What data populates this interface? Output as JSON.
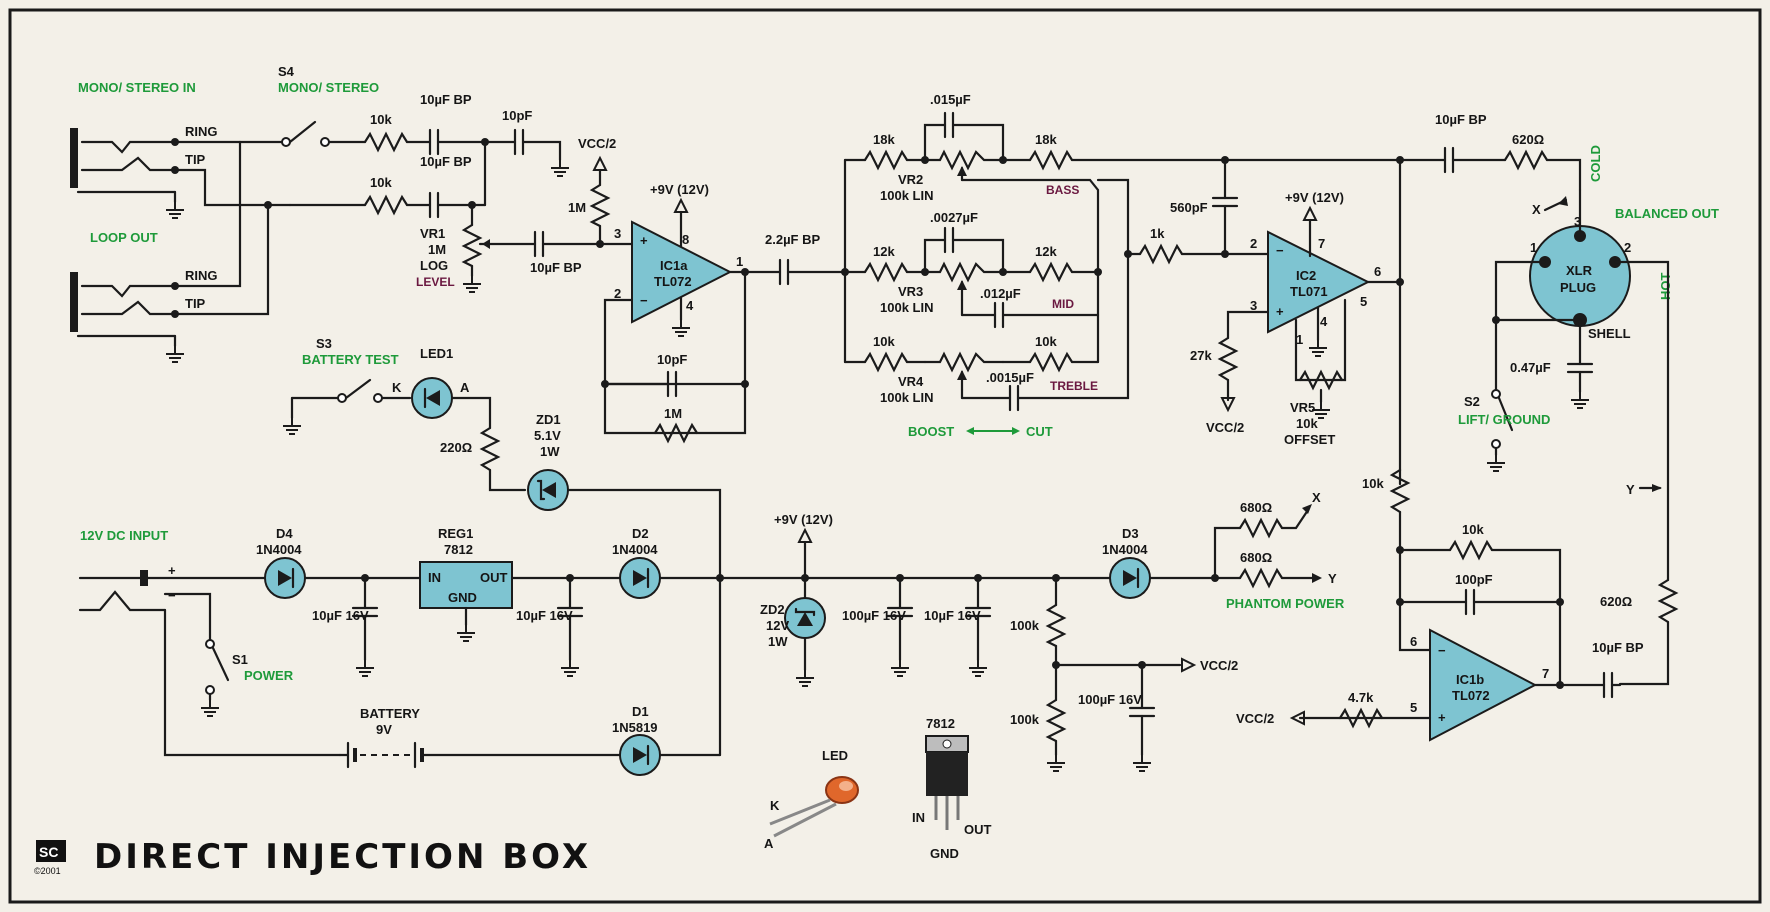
{
  "title": "DIRECT INJECTION BOX",
  "logo": {
    "mark": "SC",
    "year": "©2001"
  },
  "jacks": {
    "in_label": "MONO/ STEREO IN",
    "out_label": "LOOP OUT",
    "ring": "RING",
    "tip": "TIP"
  },
  "switches": {
    "s4": "S4",
    "s4_label": "MONO/ STEREO",
    "s3": "S3",
    "s3_label": "BATTERY TEST",
    "s1": "S1",
    "s1_label": "POWER",
    "s2": "S2",
    "s2_label": "LIFT/ GROUND"
  },
  "input_section": {
    "r_ring": "10k",
    "c_ring": "10µF BP",
    "c_10p": "10pF",
    "r_tip": "10k",
    "c_tip": "10µF BP",
    "vr1": "VR1",
    "vr1_val": "1M",
    "vr1_type": "LOG",
    "vr1_name": "LEVEL",
    "c_vr1": "10µF BP",
    "vcc2": "VCC/2",
    "r_1m": "1M"
  },
  "ic1a": {
    "name": "IC1a",
    "part": "TL072",
    "supply": "+9V (12V)",
    "pin3": "3",
    "pin2": "2",
    "pin8": "8",
    "pin4": "4",
    "pin1": "1",
    "fb_cap": "10pF",
    "fb_res": "1M",
    "out_cap": "2.2µF BP"
  },
  "tone": {
    "c_bass": ".015µF",
    "r_bass_l": "18k",
    "r_bass_r": "18k",
    "vr2": "VR2",
    "vr2_val": "100k LIN",
    "bass": "BASS",
    "c_mid_top": ".0027µF",
    "r_mid_l": "12k",
    "r_mid_r": "12k",
    "vr3": "VR3",
    "vr3_val": "100k LIN",
    "c_mid_bot": ".012µF",
    "mid": "MID",
    "r_tre_l": "10k",
    "r_tre_r": "10k",
    "vr4": "VR4",
    "vr4_val": "100k LIN",
    "c_tre": ".0015µF",
    "treble": "TREBLE",
    "boost": "BOOST",
    "cut": "CUT"
  },
  "ic2": {
    "name": "IC2",
    "part": "TL071",
    "supply": "+9V (12V)",
    "c_560": "560pF",
    "r_1k": "1k",
    "r_27k": "27k",
    "vcc2": "VCC/2",
    "vr5": "VR5",
    "vr5_val": "10k",
    "vr5_name": "OFFSET",
    "pin2": "2",
    "pin3": "3",
    "pin7": "7",
    "pin6": "6",
    "pin5": "5",
    "pin4": "4",
    "pin1": "1"
  },
  "output": {
    "c_out": "10µF BP",
    "r_620_top": "620Ω",
    "cold": "COLD",
    "hot": "HOT",
    "balanced": "BALANCED OUT",
    "xlr": "XLR",
    "plug": "PLUG",
    "shell": "SHELL",
    "pin1": "1",
    "pin2": "2",
    "pin3": "3",
    "x": "X",
    "y": "Y",
    "c_047": "0.47µF",
    "r_620_bot": "620Ω"
  },
  "ic1b": {
    "name": "IC1b",
    "part": "TL072",
    "r_10k_fb": "10k",
    "c_100p": "100pF",
    "r_10k_in": "10k",
    "r_47k": "4.7k",
    "vcc2": "VCC/2",
    "pin6": "6",
    "pin5": "5",
    "pin7": "7",
    "c_out": "10µF BP"
  },
  "power": {
    "dc_in": "12V DC INPUT",
    "d4": "D4",
    "d4_part": "1N4004",
    "c1": "10µF 16V",
    "reg": "REG1",
    "reg_part": "7812",
    "reg_in": "IN",
    "reg_out": "OUT",
    "reg_gnd": "GND",
    "c2": "10µF 16V",
    "d2": "D2",
    "d2_part": "1N4004",
    "zd1": "ZD1",
    "zd1_v": "5.1V",
    "zd1_w": "1W",
    "led1": "LED1",
    "k": "K",
    "a": "A",
    "r_220": "220Ω",
    "zd2": "ZD2",
    "zd2_v": "12V",
    "zd2_w": "1W",
    "rail": "+9V (12V)",
    "c_100u": "100µF 16V",
    "c_10u": "10µF 16V",
    "r_100k_top": "100k",
    "r_100k_bot": "100k",
    "c_100u_b": "100µF 16V",
    "vcc2": "VCC/2",
    "d3": "D3",
    "d3_part": "1N4004",
    "r_680_x": "680Ω",
    "r_680_y": "680Ω",
    "x": "X",
    "y": "Y",
    "phantom": "PHANTOM POWER",
    "battery": "BATTERY",
    "battery_v": "9V",
    "d1": "D1",
    "d1_part": "1N5819"
  },
  "pinouts": {
    "led": "LED",
    "led_k": "K",
    "led_a": "A",
    "reg": "7812",
    "reg_in": "IN",
    "reg_out": "OUT",
    "reg_gnd": "GND"
  }
}
